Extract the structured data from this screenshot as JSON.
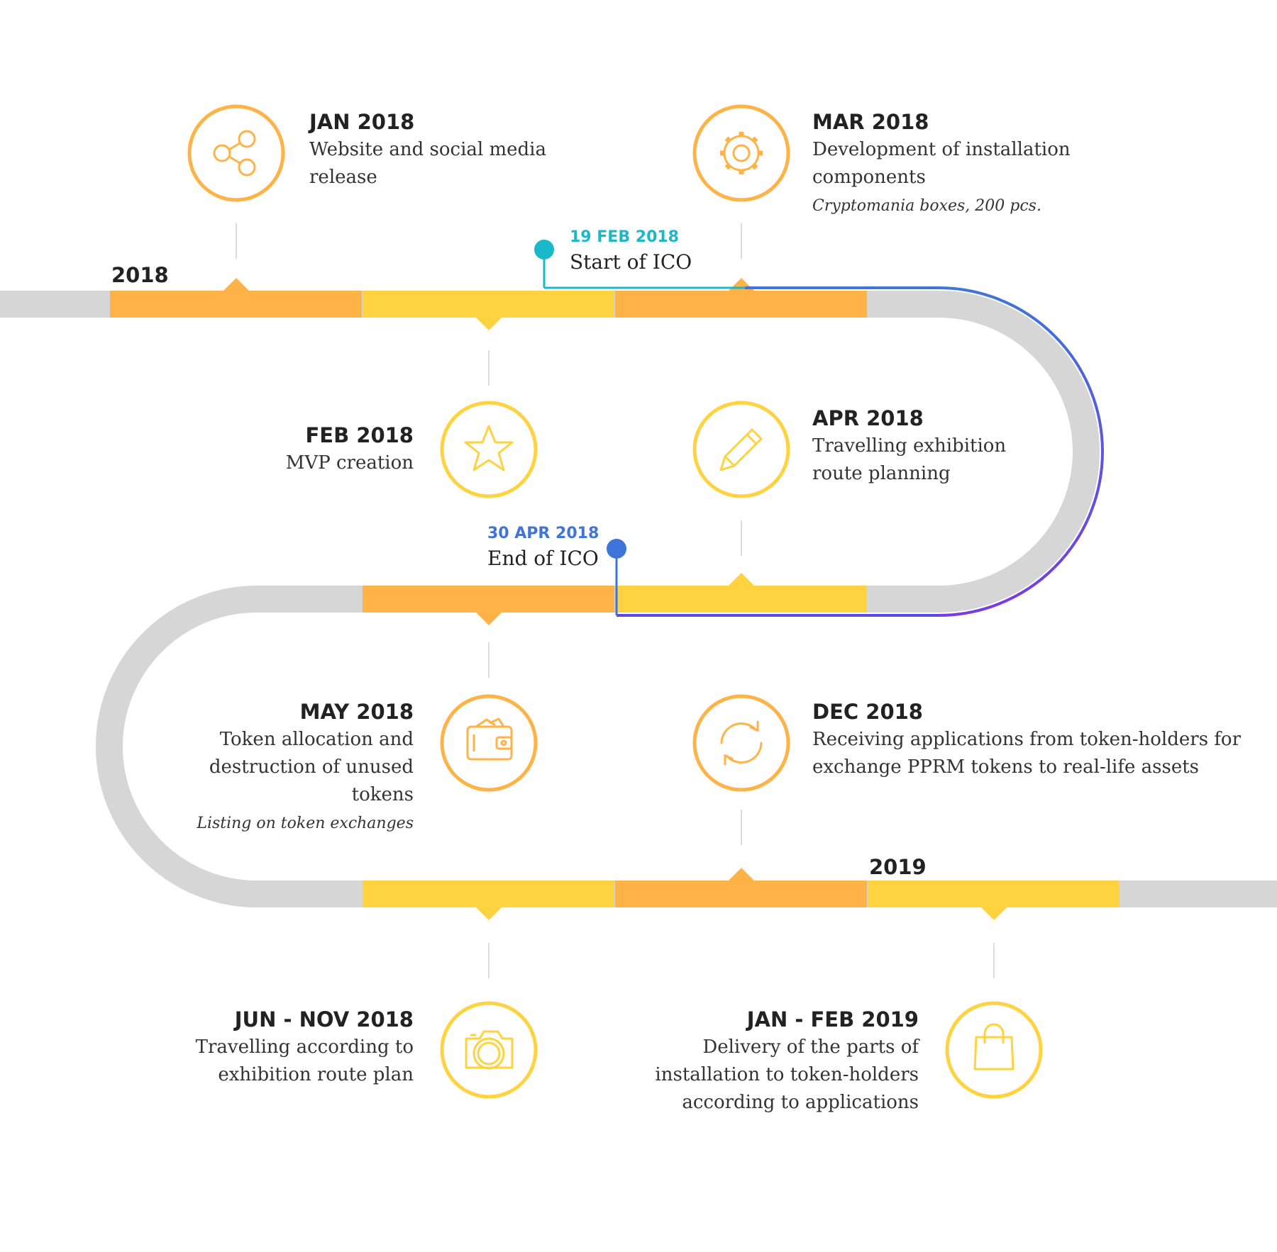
{
  "years": {
    "start": "2018",
    "end": "2019"
  },
  "ico": {
    "start": {
      "date": "19 FEB 2018",
      "text": "Start of ICO",
      "color": "#1BB8C9"
    },
    "end": {
      "date": "30 APR 2018",
      "text": "End of ICO",
      "color": "#3F74D9"
    },
    "gradient": [
      "#3F74D9",
      "#7A3BE3"
    ]
  },
  "colors": {
    "orange": "#FFB347",
    "yellow": "#FFD23F",
    "track": "#D6D6D6",
    "connector": "#DDDDDD"
  },
  "milestones": [
    {
      "date": "JAN 2018",
      "desc": "Website and social media release",
      "icon": "share-icon"
    },
    {
      "date": "FEB 2018",
      "desc": "MVP creation",
      "icon": "star-icon"
    },
    {
      "date": "MAR 2018",
      "desc": "Development of installation components",
      "note": "Cryptomania boxes, 200 pcs.",
      "icon": "gear-icon"
    },
    {
      "date": "APR 2018",
      "desc": "Travelling exhibition route planning",
      "icon": "pencil-icon"
    },
    {
      "date": "MAY 2018",
      "desc": "Token allocation and destruction of unused tokens",
      "note": "Listing on token exchanges",
      "icon": "wallet-icon"
    },
    {
      "date": "JUN - NOV 2018",
      "desc": "Travelling according to exhibition route plan",
      "icon": "camera-icon"
    },
    {
      "date": "DEC 2018",
      "desc": "Receiving applications from token-holders for exchange PPRM tokens to real-life assets",
      "icon": "refresh-icon"
    },
    {
      "date": "JAN - FEB 2019",
      "desc": "Delivery of the parts of installation to token-holders according to applications",
      "icon": "shopping-bag-icon"
    }
  ]
}
